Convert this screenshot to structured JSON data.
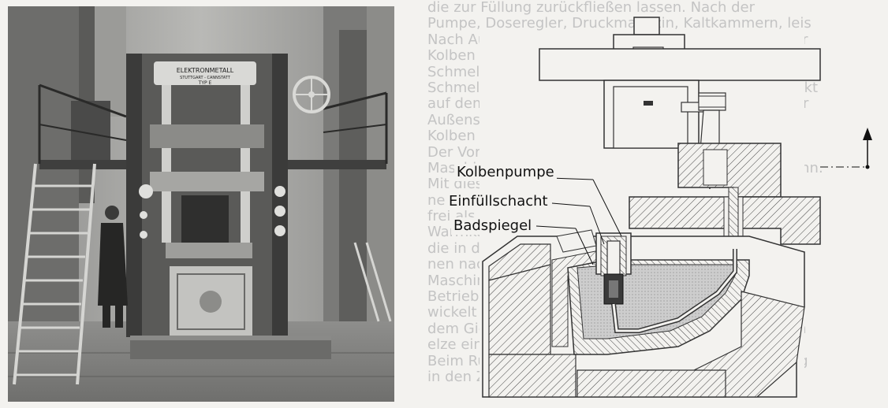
{
  "photo": {
    "nameplate_line1": "ELEKTRONMETALL",
    "nameplate_line2": "STUTTGART - CANNSTATT",
    "nameplate_line3": "TYP E"
  },
  "diagram": {
    "labels": {
      "piston_pump": "Kolbenpumpe",
      "fill_shaft": "Einfüllschacht",
      "bath_level": "Badspiegel"
    }
  },
  "background_text": [
    "die zur Füllung zurückfließen lassen. Nach der",
    "Pumpe, Doseregler, Druckmagazin, Kaltkammern, leis",
    "Nach Aufsetzen der Düse wird der Kolben im Zylinder",
    "Kolben bewegt sich in den Raum hinein, so dass das",
    "Schmelzbad aus einem Warmhalteofen hochgepumpt",
    "Schmelzbad aus einem Ofen wird nach unten gedrückt",
    "auf dem Boden des Einfüllschachtes mit dem Bad ver",
    "Außenseite; eine Ventilfeder, die sich zwischen dem",
    "Kolben und der Platte der Pumpe abstützt, drückt",
    "Der Vorgang geht sehr schnell vor sich, so dass die",
    "Maschine an die Gießform angeschlossen werden kann.",
    "Mit dieser Anordnung wurde ein sehr guter Umlauf",
    "ner Druckgussmaschine erreicht. Die Pumpe steht",
    "frei als einzige bewegliche Einheit im Schmelzbad de",
    "Warmkammer die auch bei Zinkdruckguss verwendet",
    "die in der Praxis meist als Kolbenmaschine bekannt",
    "nen nach dem gleichen Prinzip mit Hubkolben arbei",
    "Maschinen sind heute noch in vielen Gießereien im",
    "Betrieb, obwohl inzwischen modernere Anlagen ent",
    "wickelt wurden. Die Kolbenpumpe ist dabei fest mit",
    "dem Gießbehälter verbunden und taucht in die Schm",
    "elze ein, so dass beim Hub die Form gefüllt wird.",
    "Beim Rückhub strömt neues Metall durch die Öffnung",
    "in den Zylinder nach und die Maschine ist bereit."
  ]
}
